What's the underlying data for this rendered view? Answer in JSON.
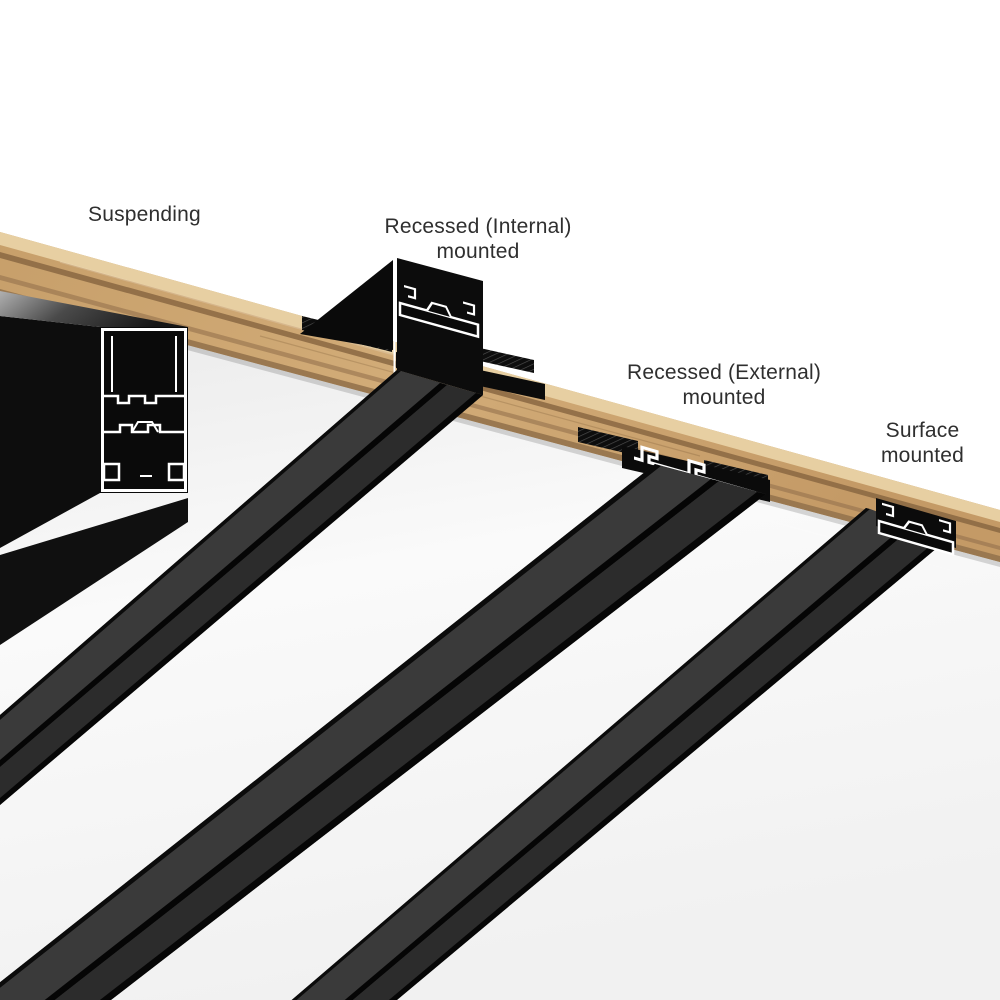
{
  "figure": {
    "kind": "magnetic-track-lighting-mounting-types-illustration",
    "labels": {
      "suspending": {
        "line1": "Suspending"
      },
      "recessed_internal": {
        "line1": "Recessed (Internal)",
        "line2": "mounted"
      },
      "recessed_external": {
        "line1": "Recessed (External)",
        "line2": "mounted"
      },
      "surface": {
        "line1": "Surface",
        "line2": "mounted"
      }
    }
  },
  "colors": {
    "background": "#ffffff",
    "ceiling_panel": "#f2f2f2",
    "wood": "#c8a06b",
    "wood_highlight": "#e7cfa2",
    "wood_groove": "#8a6742",
    "wood_edge": "#9a7850",
    "track_black": "#0c0c0c",
    "track_face_gray": "#3a3a3a",
    "profile_outline": "#ffffff",
    "label_text": "#2f2f2f"
  }
}
